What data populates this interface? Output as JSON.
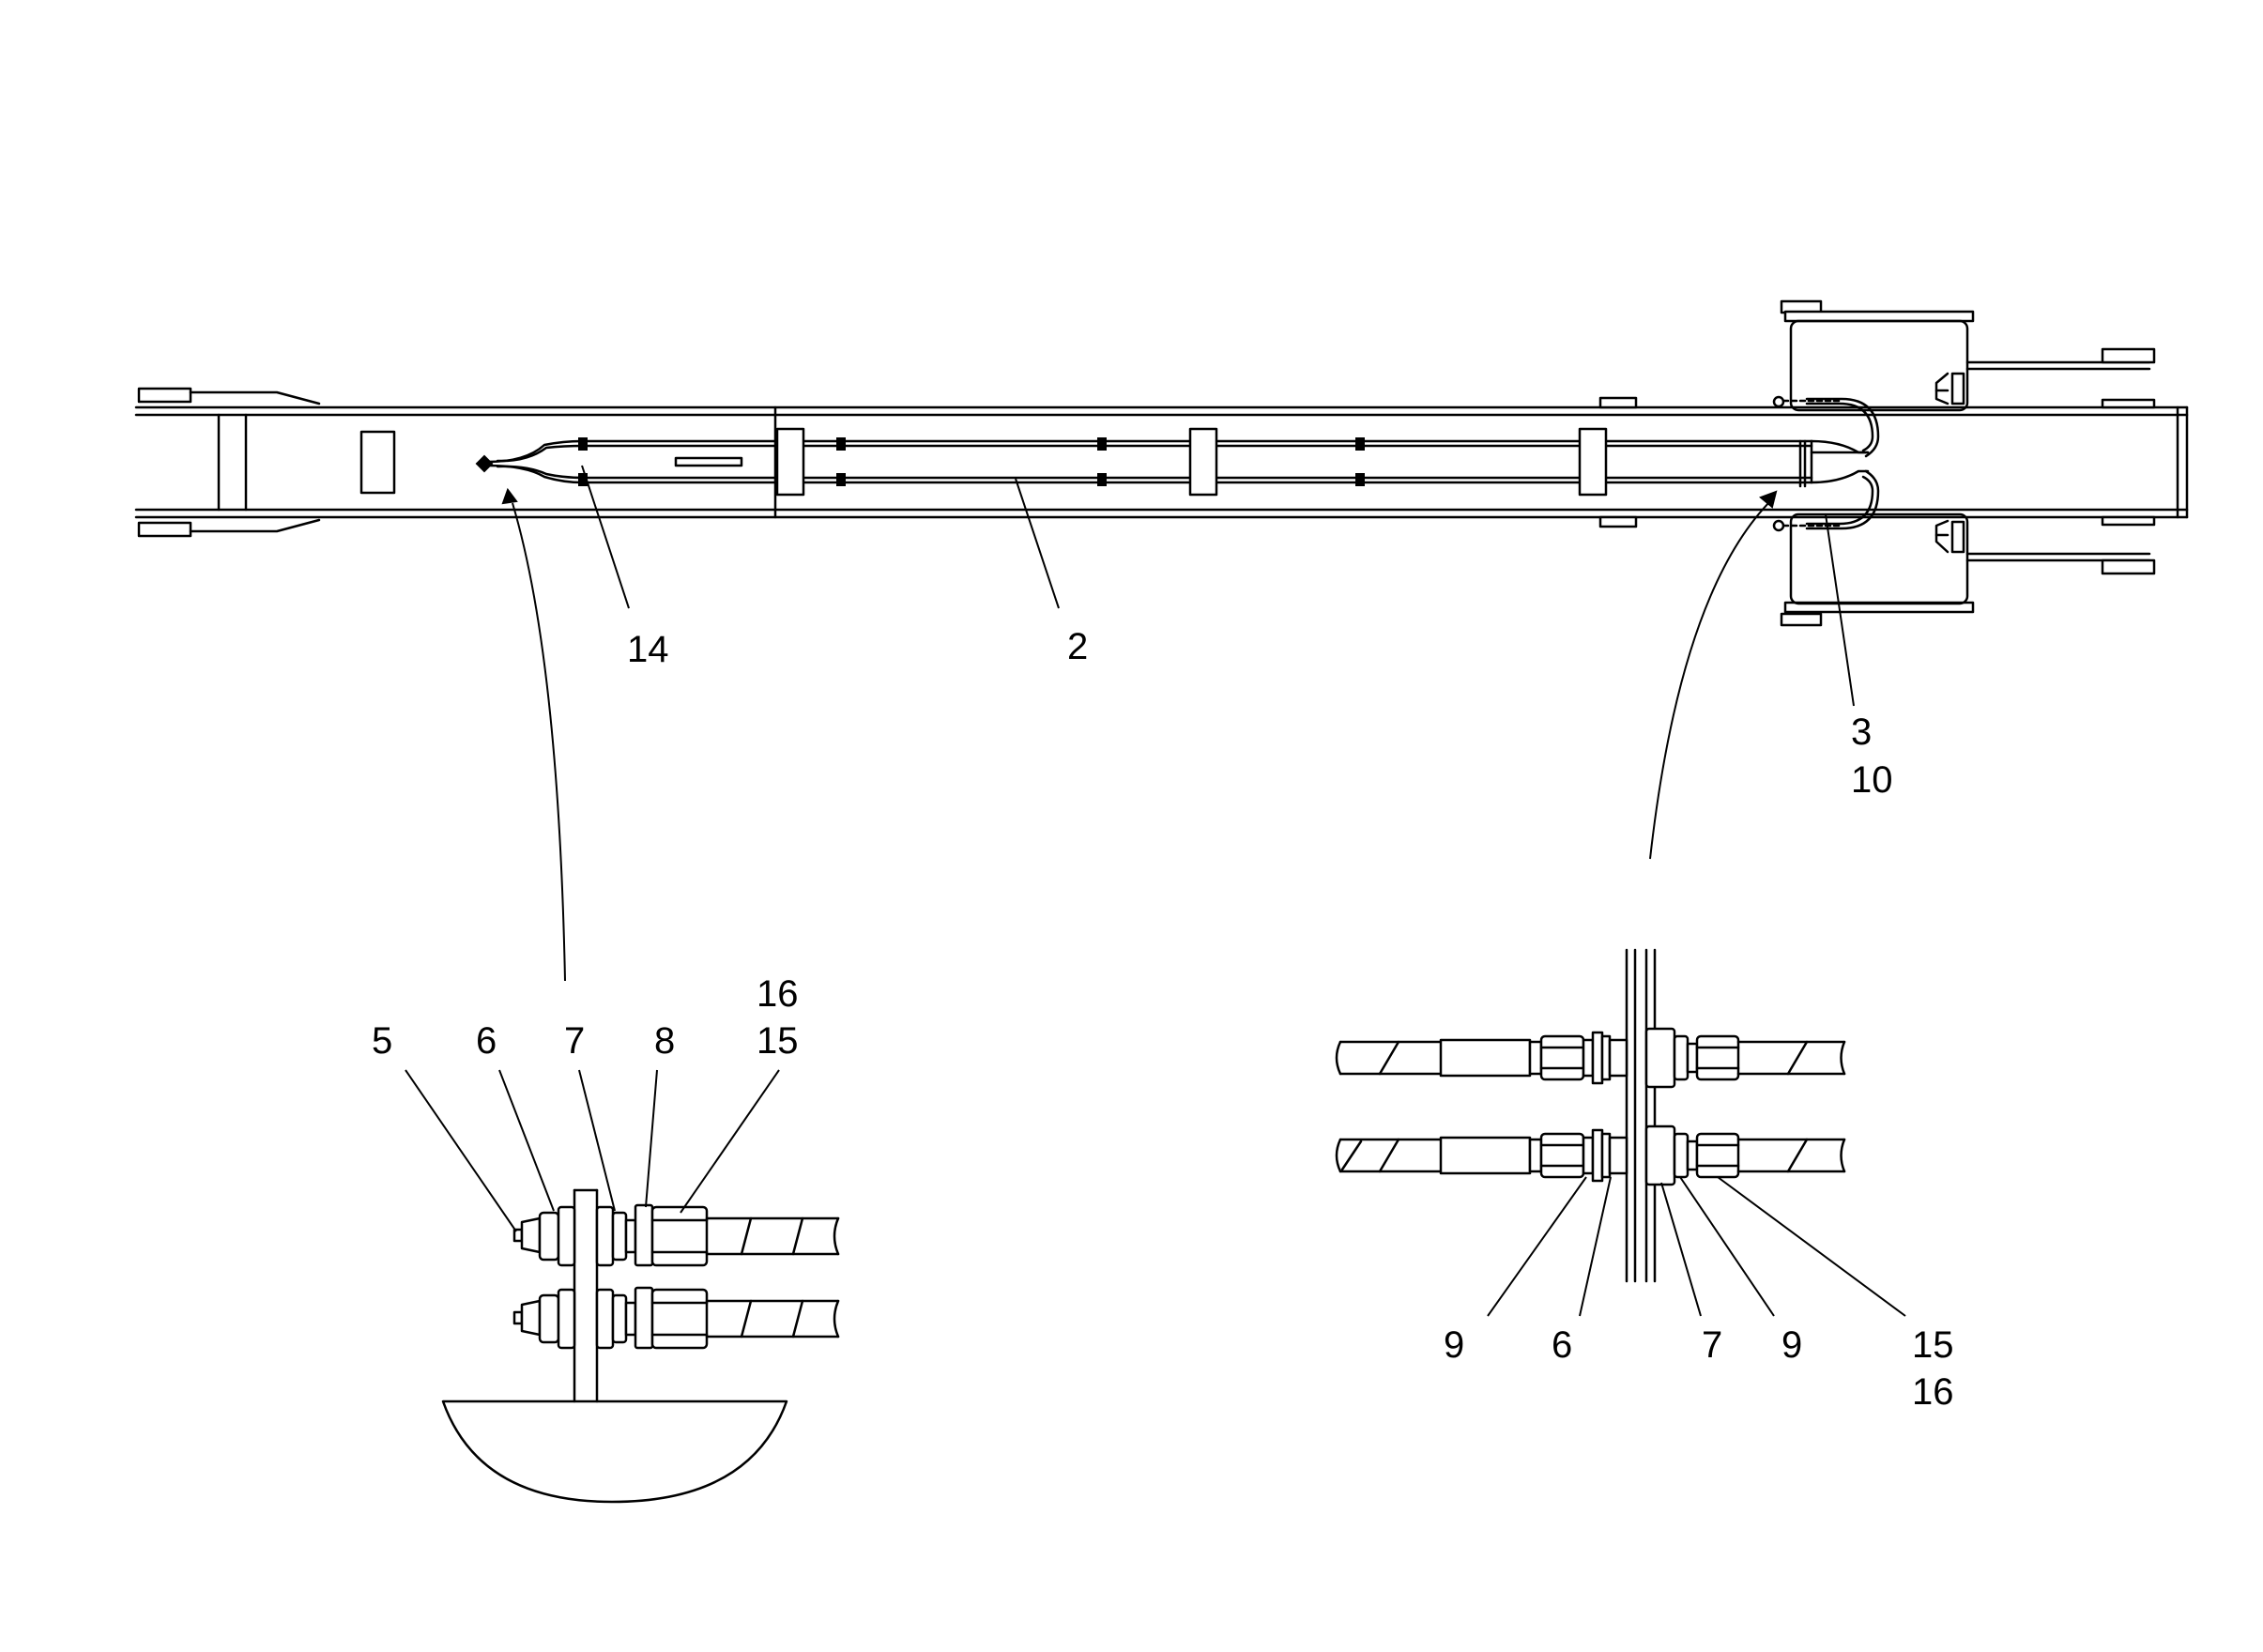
{
  "callouts": {
    "top_left": "14",
    "top_mid": "2",
    "top_right_a": "3",
    "top_right_b": "10",
    "det_left_5": "5",
    "det_left_6": "6",
    "det_left_7": "7",
    "det_left_8": "8",
    "det_left_16": "16",
    "det_left_15": "15",
    "det_right_9a": "9",
    "det_right_6": "6",
    "det_right_7": "7",
    "det_right_9b": "9",
    "det_right_15": "15",
    "det_right_16": "16"
  }
}
